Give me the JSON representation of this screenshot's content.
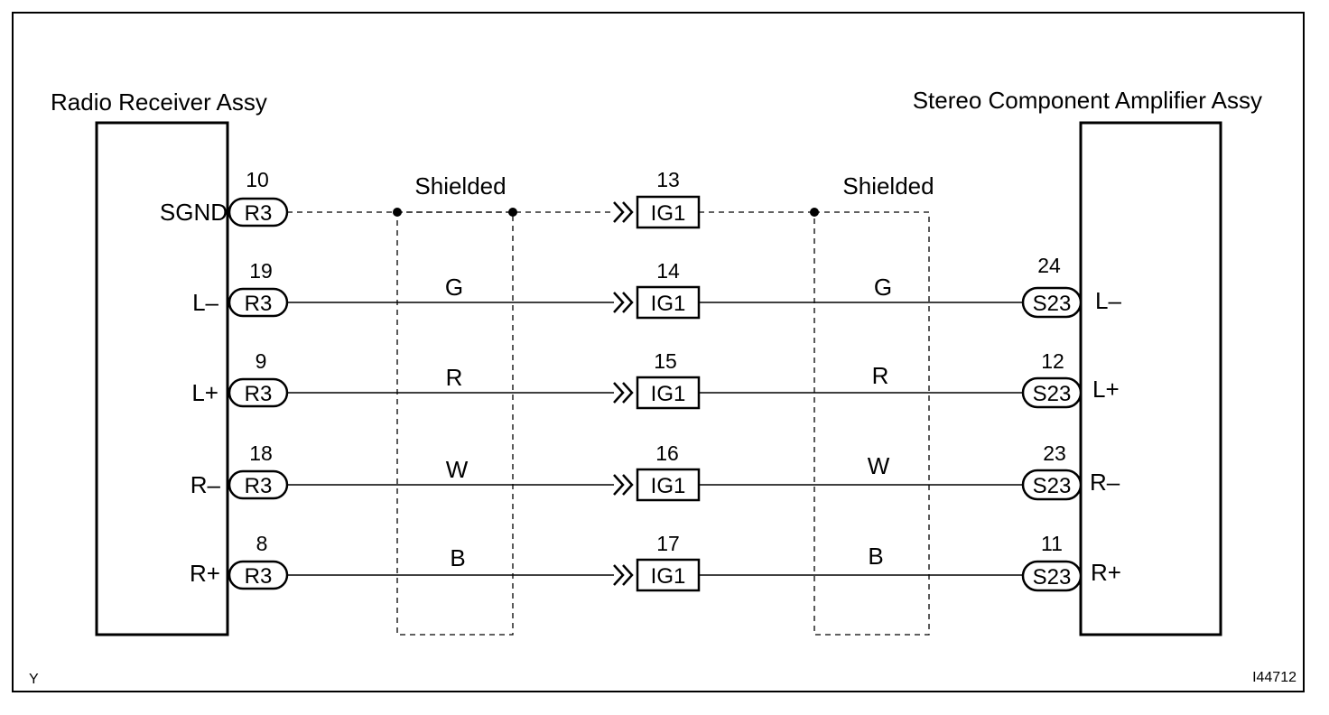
{
  "left_component": {
    "title": "Radio Receiver Assy"
  },
  "right_component": {
    "title": "Stereo Component Amplifier Assy"
  },
  "shield_label": "Shielded",
  "left_connector_code": "R3",
  "right_connector_code": "S23",
  "junction_connector_code": "IG1",
  "rows": [
    {
      "signal_left": "SGND",
      "pin_left": "10",
      "pin_mid": "13",
      "wire_left": "",
      "wire_right": "",
      "pin_right": "",
      "signal_right": ""
    },
    {
      "signal_left": "L–",
      "pin_left": "19",
      "pin_mid": "14",
      "wire_left": "G",
      "wire_right": "G",
      "pin_right": "24",
      "signal_right": "L–"
    },
    {
      "signal_left": "L+",
      "pin_left": "9",
      "pin_mid": "15",
      "wire_left": "R",
      "wire_right": "R",
      "pin_right": "12",
      "signal_right": "L+"
    },
    {
      "signal_left": "R–",
      "pin_left": "18",
      "pin_mid": "16",
      "wire_left": "W",
      "wire_right": "W",
      "pin_right": "23",
      "signal_right": "R–"
    },
    {
      "signal_left": "R+",
      "pin_left": "8",
      "pin_mid": "17",
      "wire_left": "B",
      "wire_right": "B",
      "pin_right": "11",
      "signal_right": "R+"
    }
  ],
  "corner_left": "Y",
  "figure_id": "I44712"
}
